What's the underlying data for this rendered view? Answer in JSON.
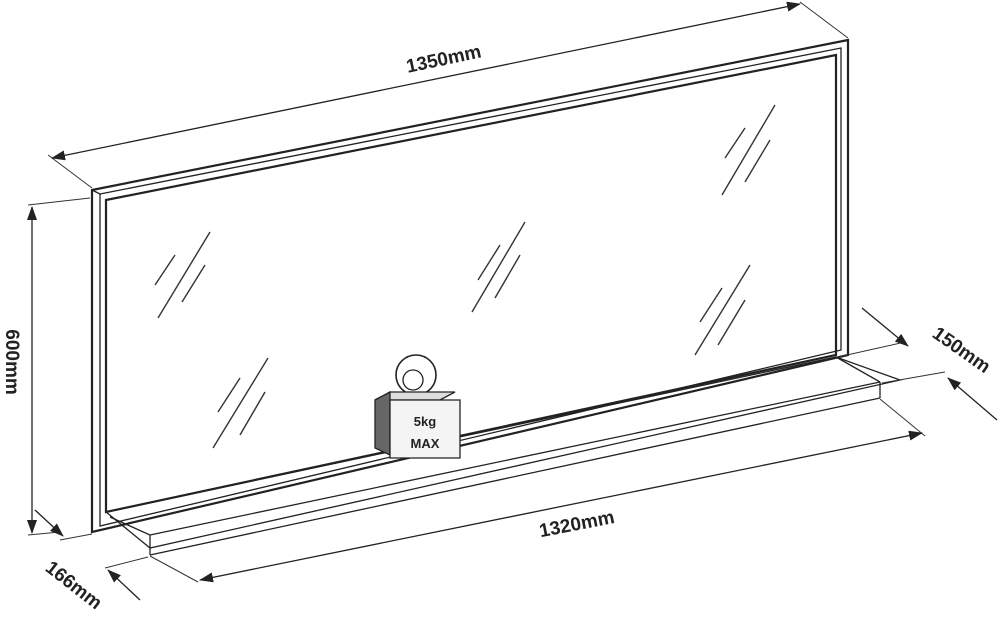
{
  "dimensions": {
    "top_width": "1350mm",
    "height": "600mm",
    "shelf_depth_side": "150mm",
    "shelf_width": "1320mm",
    "depth_bottom": "166mm"
  },
  "weight_tag": {
    "line1": "5kg",
    "line2": "MAX"
  }
}
